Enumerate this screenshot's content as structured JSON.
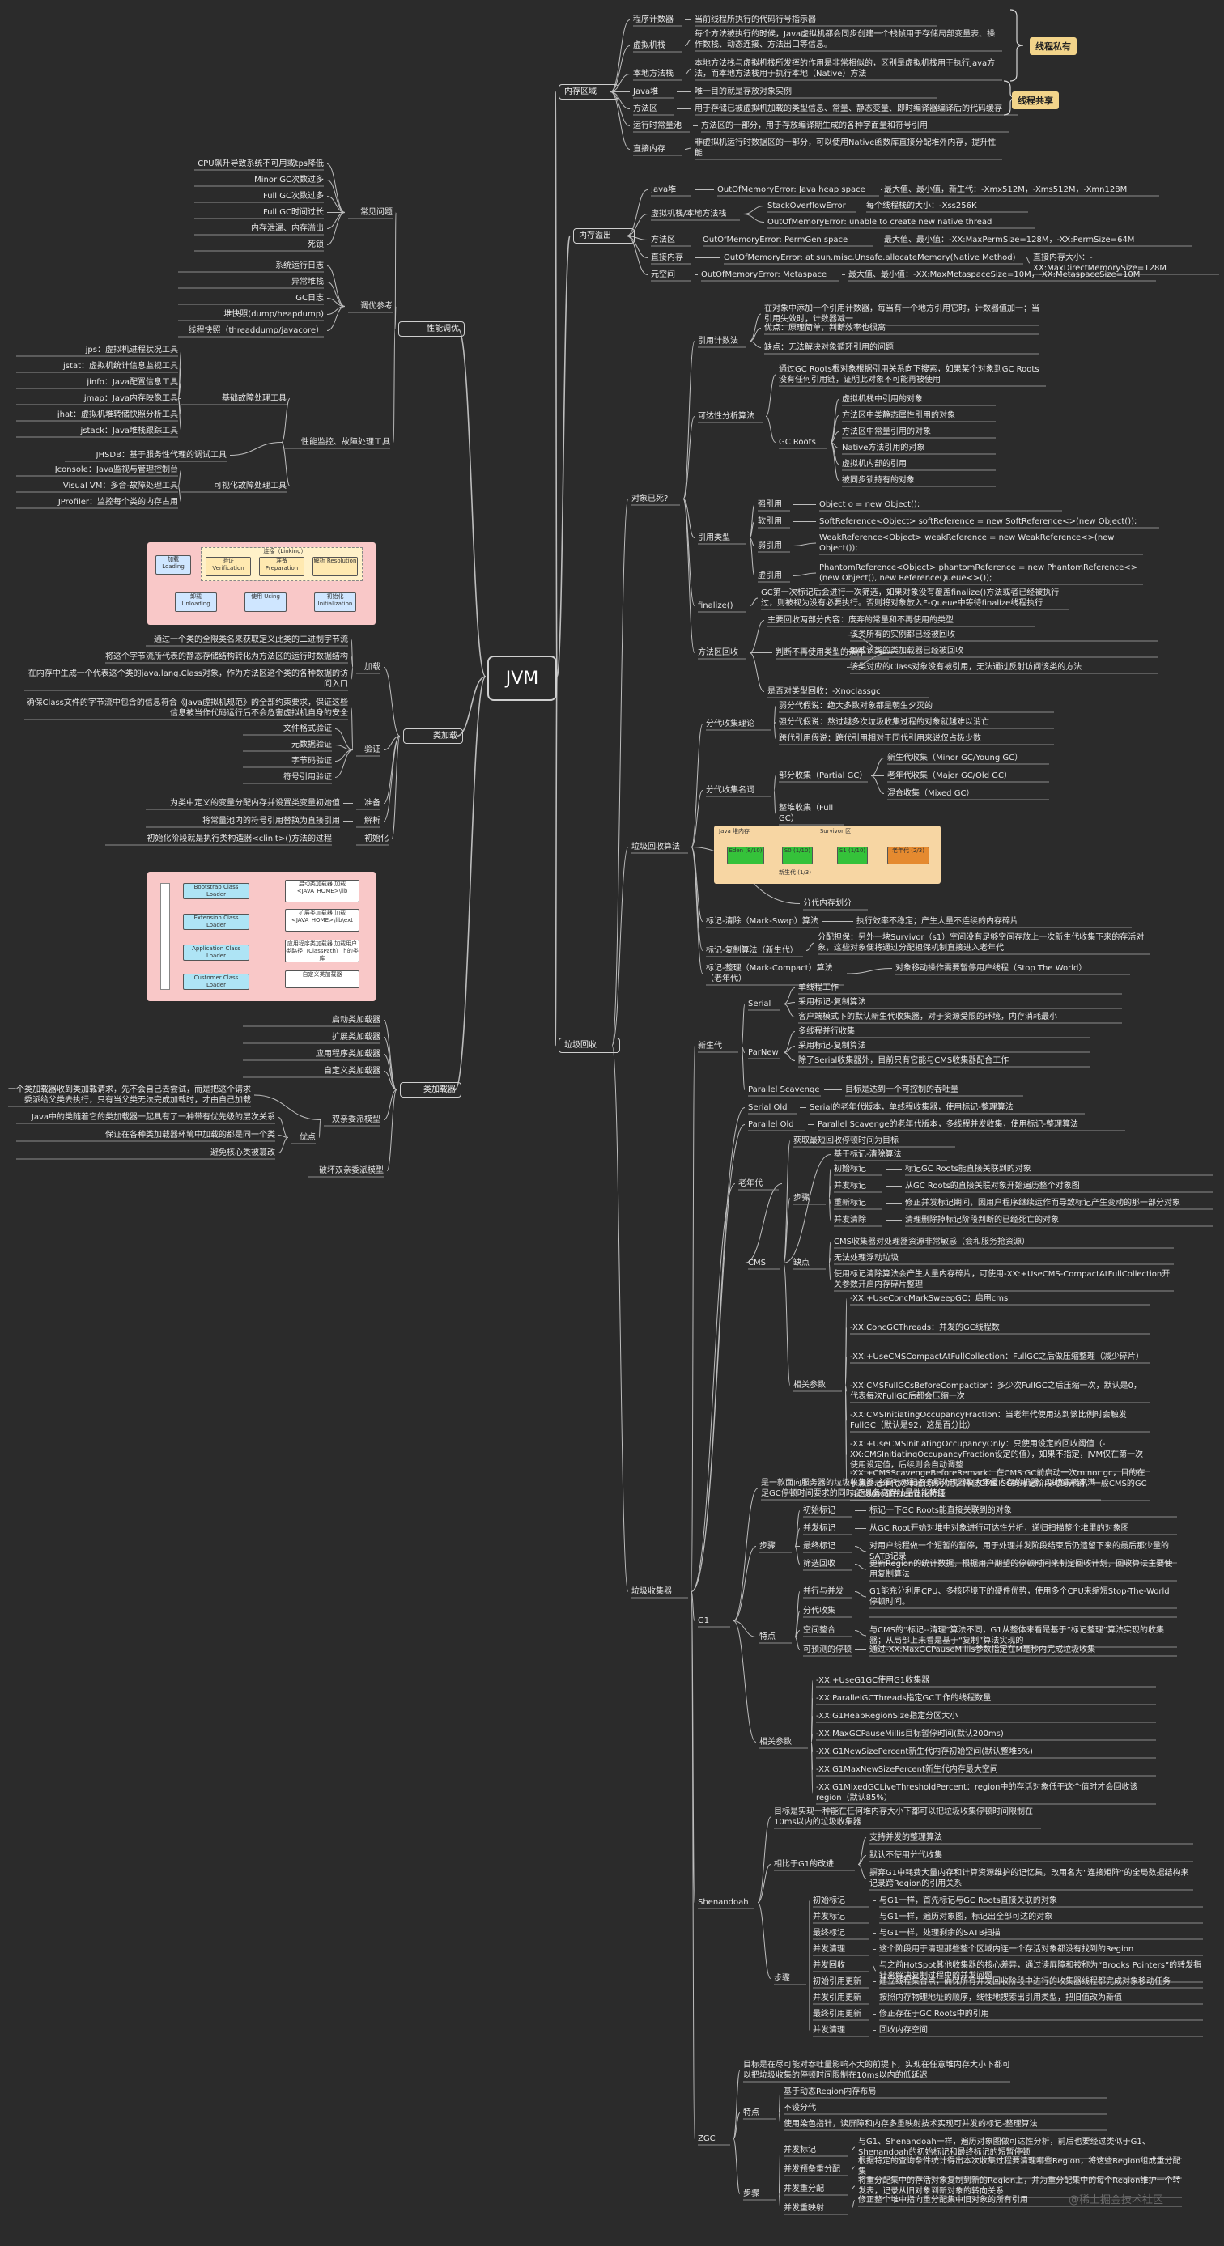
{
  "root": "JVM",
  "memory": {
    "title": "内存区域",
    "pc": "程序计数器",
    "pc_desc": "当前线程所执行的代码行号指示器",
    "vm_stack": "虚拟机栈",
    "vm_stack_desc": "每个方法被执行的时候，Java虚拟机都会同步创建一个栈帧用于存储局部变量表、操作数栈、动态连接、方法出口等信息。",
    "native_stack": "本地方法栈",
    "native_stack_desc": "本地方法栈与虚拟机栈所发挥的作用是非常相似的，区别是虚拟机栈用于执行Java方法，而本地方法栈用于执行本地（Native）方法",
    "heap": "Java堆",
    "heap_desc": "唯一目的就是存放对象实例",
    "method_area": "方法区",
    "method_area_desc": "用于存储已被虚拟机加载的类型信息、常量、静态变量、即时编译器编译后的代码缓存",
    "constant_pool": "运行时常量池",
    "constant_pool_desc": "方法区的一部分，用于存放编译期生成的各种字面量和符号引用",
    "direct_memory": "直接内存",
    "direct_memory_desc": "非虚拟机运行时数据区的一部分，可以使用Native函数库直接分配堆外内存，提升性能",
    "private_tag": "线程私有",
    "shared_tag": "线程共享"
  },
  "oom": {
    "title": "内存溢出",
    "heap": "Java堆",
    "heap_err": "OutOfMemoryError: Java heap space",
    "heap_param": "最大值、最小值，新生代：-Xmx512M，-Xms512M，-Xmn128M",
    "stack": "虚拟机栈/本地方法栈",
    "stack_err1": "StackOverflowError",
    "stack_param": "每个线程栈的大小：-Xss256K",
    "stack_err2": "OutOfMemoryError: unable to create new native thread",
    "method": "方法区",
    "method_err": "OutOfMemoryError: PermGen space",
    "method_param": "最大值、最小值：-XX:MaxPermSize=128M，-XX:PermSize=64M",
    "direct": "直接内存",
    "direct_err": "OutOfMemoryError: at sun.misc.Unsafe.allocateMemory(Native Method)",
    "direct_param": "直接内存大小：-XX:MaxDirectMemorySize=128M",
    "meta": "元空间",
    "meta_err": "OutOfMemoryError: Metaspace",
    "meta_param": "最大值、最小值：-XX:MaxMetaspaceSize=10M，-XX:MetaspaceSize=10M"
  },
  "tuning": {
    "title": "性能调优",
    "problems": "常见问题",
    "problem_items": [
      "CPU飙升导致系统不可用或tps降低",
      "Minor GC次数过多",
      "Full GC次数过多",
      "Full GC时间过长",
      "内存泄漏、内存溢出",
      "死锁"
    ],
    "refs": "调优参考",
    "ref_items": [
      "系统运行日志",
      "异常堆栈",
      "GC日志",
      "堆快照(dump/heapdump)",
      "线程快照（threaddump/javacore）"
    ],
    "tools": "性能监控、故障处理工具",
    "basic": "基础故障处理工具",
    "basic_items": [
      "jps：虚拟机进程状况工具",
      "jstat：虚拟机统计信息监视工具",
      "jinfo：Java配置信息工具",
      "jmap：Java内存映像工具",
      "jhat：虚拟机堆转储快照分析工具",
      "jstack：Java堆栈跟踪工具"
    ],
    "jhsdb": "JHSDB：基于服务性代理的调试工具",
    "visual": "可视化故障处理工具",
    "visual_items": [
      "Jconsole：Java监视与管理控制台",
      "Visual VM：多合-故障处理工具",
      "JProfiler：监控每个类的内存占用"
    ]
  },
  "classload": {
    "title": "类加载",
    "load": "加载",
    "load_items": [
      "通过一个类的全限类名来获取定义此类的二进制字节流",
      "将这个字节流所代表的静态存储结构转化为方法区的运行时数据结构",
      "在内存中生成一个代表这个类的java.lang.Class对象，作为方法区这个类的各种数据的访问入口"
    ],
    "verify": "验证",
    "verify_desc": "确保Class文件的字节流中包含的信息符合《Java虚拟机规范》的全部约束要求，保证这些信息被当作代码运行后不会危害虚拟机自身的安全",
    "verify_items": [
      "文件格式验证",
      "元数据验证",
      "字节码验证",
      "符号引用验证"
    ],
    "prepare": "准备",
    "prepare_desc": "为类中定义的变量分配内存并设置类变量初始值",
    "resolve": "解析",
    "resolve_desc": "将常量池内的符号引用替换为直接引用",
    "init": "初始化",
    "init_desc": "初始化阶段就是执行类构造器<clinit>()方法的过程",
    "diagram": {
      "title": "连接（Linking）",
      "loading": "加载 Loading",
      "verification": "验证 Verification",
      "preparation": "准备 Preparation",
      "resolution": "解析 Resolution",
      "initialization": "初始化 Initialization",
      "using": "使用 Using",
      "unloading": "卸载 Unloading"
    }
  },
  "loader": {
    "title": "类加载器",
    "items": [
      "启动类加载器",
      "扩展类加载器",
      "应用程序类加载器",
      "自定义类加载器"
    ],
    "parent": "双亲委派模型",
    "parent_desc": "一个类加载器收到类加载请求，先不会自己去尝试，而是把这个请求委派给父类去执行，只有当父类无法完成加载时，才由自己加载",
    "advantage": "优点",
    "adv_items": [
      "Java中的类随着它的类加载器一起具有了一种带有优先级的层次关系",
      "保证在各种类加载器环境中加载的都是同一个类",
      "避免核心类被篡改"
    ],
    "break": "破坏双亲委派模型",
    "diagram": {
      "bootstrap": "Bootstrap Class Loader",
      "extension": "Extension Class Loader",
      "application": "Application Class Loader",
      "custom": "Customer Class Loader",
      "boot_note": "启动类加载器 加载<JAVA_HOME>\\lib",
      "ext_note": "扩展类加载器 加载<JAVA_HOME>\\lib\\ext",
      "app_note": "应用程序类加载器 加载用户类路径（ClassPath）上的类库",
      "custom_note": "自定义类加载器"
    }
  },
  "gc": {
    "title": "垃圾回收",
    "dead": "对象已死?",
    "refcount": "引用计数法",
    "refcount_items": [
      "在对象中添加一个引用计数器，每当有一个地方引用它时，计数器值加一；当引用失效时，计数器减一",
      "优点：原理简单，判断效率也很高",
      "缺点：无法解决对象循环引用的问题"
    ],
    "reachability": "可达性分析算法",
    "reach_desc": "通过GC Roots根对象根据引用关系向下搜索，如果某个对象到GC Roots没有任何引用链，证明此对象不可能再被使用",
    "gcroots": "GC Roots",
    "gcroots_items": [
      "虚拟机栈中引用的对象",
      "方法区中类静态属性引用的对象",
      "方法区中常量引用的对象",
      "Native方法引用的对象",
      "虚拟机内部的引用",
      "被同步锁持有的对象"
    ],
    "reftype": "引用类型",
    "strong": "强引用",
    "strong_desc": "Object o = new Object();",
    "soft": "软引用",
    "soft_desc": "SoftReference<Object> softReference = new SoftReference<>(new Object());",
    "weak": "弱引用",
    "weak_desc": "WeakReference<Object> weakReference = new WeakReference<>(new Object());",
    "phantom": "虚引用",
    "phantom_desc": "PhantomReference<Object> phantomReference = new PhantomReference<>(new Object(), new ReferenceQueue<>());",
    "finalize": "finalize()",
    "finalize_desc": "GC第一次标记后会进行一次筛选，如果对象没有覆盖finalize()方法或者已经被执行过，则被视为没有必要执行。否则将对象放入F-Queue中等待finalize线程执行",
    "method_gc": "方法区回收",
    "method_gc_desc": "主要回收两部分内容：废弃的常量和不再使用的类型",
    "class_unused": "判断不再使用类型的条件",
    "class_items": [
      "该类所有的实例都已经被回收",
      "加载该类的类加载器已经被回收",
      "该类对应的Class对象没有被引用，无法通过反射访问该类的方法"
    ],
    "noclassgc": "是否对类型回收：-Xnoclassgc",
    "algo": "垃圾回收算法",
    "gen_theory": "分代收集理论",
    "gen_items": [
      "弱分代假说：绝大多数对象都是朝生夕灭的",
      "强分代假说：熬过越多次垃圾收集过程的对象就越难以消亡",
      "跨代引用假说：跨代引用相对于同代引用来说仅占极少数"
    ],
    "gen_name": "分代收集名词",
    "partial": "部分收集（Partial GC）",
    "partial_items": [
      "新生代收集（Minor GC/Young GC）",
      "老年代收集（Major GC/Old GC）",
      "混合收集（Mixed GC）"
    ],
    "full": "整堆收集（Full GC）",
    "heap_diagram": {
      "title": "Java 堆内存",
      "survivor": "Survivor 区",
      "eden": "Eden (8/10)",
      "s0": "S0 (1/10)",
      "s1": "S1 (1/10)",
      "old": "老年代 (2/3)",
      "young": "新生代 (1/3)"
    },
    "gen_mem": "分代内存划分",
    "mark_sweep": "标记-清除（Mark-Swap）算法",
    "mark_sweep_desc": "执行效率不稳定；产生大量不连续的内存碎片",
    "mark_copy": "标记-复制算法（新生代）",
    "mark_copy_desc": "分配担保：另外一块Survivor（s1）空间没有足够空间存放上一次新生代收集下来的存活对象，这些对象便将通过分配担保机制直接进入老年代",
    "mark_compact": "标记-整理（Mark-Compact）算法（老年代）",
    "mark_compact_desc": "对象移动操作需要暂停用户线程（Stop The World）",
    "collectors": "垃圾收集器",
    "young_gen": "新生代",
    "serial": "Serial",
    "serial_items": [
      "单线程工作",
      "采用标记-复制算法",
      "客户端模式下的默认新生代收集器，对于资源受限的环境，内存消耗最小"
    ],
    "parnew": "ParNew",
    "parnew_items": [
      "多线程并行收集",
      "采用标记-复制算法",
      "除了Serial收集器外，目前只有它能与CMS收集器配合工作"
    ],
    "parallel_sc": "Parallel Scavenge",
    "parallel_sc_desc": "目标是达到一个可控制的吞吐量",
    "serial_old": "Serial Old",
    "serial_old_desc": "Serial的老年代版本，单线程收集器，使用标记-整理算法",
    "parallel_old": "Parallel Old",
    "parallel_old_desc": "Parallel Scavenge的老年代版本，多线程并发收集，使用标记-整理算法",
    "old_gen": "老年代",
    "cms": "CMS",
    "cms_goal": "获取最短回收停顿时间为目标",
    "cms_algo": "基于标记-清除算法",
    "cms_steps": "步骤",
    "cms_step_items": [
      "初始标记",
      "并发标记",
      "重新标记",
      "并发清除"
    ],
    "cms_step_desc": [
      "标记GC Roots能直接关联到的对象",
      "从GC Roots的直接关联对象开始遍历整个对象图",
      "修正并发标记期间，因用户程序继续运作而导致标记产生变动的那一部分对象",
      "清理删除掉标记阶段判断的已经死亡的对象"
    ],
    "cms_cons": "缺点",
    "cms_cons_items": [
      "CMS收集器对处理器资源非常敏感（会和服务抢资源）",
      "无法处理浮动垃圾",
      "使用标记清除算法会产生大量内存碎片，可使用-XX:+UseCMS-CompactAtFullCollection开关参数开启内存碎片整理"
    ],
    "cms_params": "相关参数",
    "cms_param_items": [
      "-XX:+UseConcMarkSweepGC：启用cms",
      "-XX:ConcGCThreads：并发的GC线程数",
      "-XX:+UseCMSCompactAtFullCollection：FullGC之后做压缩整理（减少碎片）",
      "-XX:CMSFullGCsBeforeCompaction：多少次FullGC之后压缩一次，默认是0，代表每次FullGC后都会压缩一次",
      "-XX:CMSInitiatingOccupancyFraction：当老年代使用达到该比例时会触发FullGC（默认是92，这是百分比）",
      "-XX:+UseCMSInitiatingOccupancyOnly：只使用设定的回收阈值（-XX:CMSInitiatingOccupancyFraction设定的值），如果不指定，JVM仅在第一次使用设定值，后续则会自动调整",
      "-XX:+CMSScavengeBeforeRemark：在CMS GC前启动一次minor gc，目的在于减少老年代对年轻代的引用，降低CMS GC的标记阶段时的开销，一般CMS的GC耗时80%都在remark阶段"
    ],
    "g1": "G1",
    "g1_desc": "是一款面向服务器的垃圾收集器,主要针对配备多颗处理器及大容量内存的机器，以极高概率满足GC停顿时间要求的同时,还具备高吞吐量性能特征",
    "g1_steps": "步骤",
    "g1_step_items": [
      "初始标记",
      "并发标记",
      "最终标记",
      "筛选回收"
    ],
    "g1_step_desc": [
      "标记一下GC Roots能直接关联到的对象",
      "从GC Root开始对堆中对象进行可达性分析，递归扫描整个堆里的对象图",
      "对用户线程做一个短暂的暂停，用于处理并发阶段结束后仍遗留下来的最后那少量的SATB记录",
      "更新Region的统计数据，根据用户期望的停顿时间来制定回收计划，回收算法主要使用复制算法"
    ],
    "g1_features": "特点",
    "g1_feature_items": [
      "并行与并发",
      "分代收集",
      "空间整合",
      "可预测的停顿"
    ],
    "g1_feature_desc": [
      "G1能充分利用CPU、多核环境下的硬件优势，使用多个CPU来缩短Stop-The-World停顿时间。",
      "",
      "与CMS的“标记--清理”算法不同，G1从整体来看是基于“标记整理”算法实现的收集器；从局部上来看是基于“复制”算法实现的",
      "通过-XX:MaxGCPauseMillis参数指定在M毫秒内完成垃圾收集"
    ],
    "g1_params": "相关参数",
    "g1_param_items": [
      "-XX:+UseG1GC使用G1收集器",
      "-XX:ParallelGCThreads指定GC工作的线程数量",
      "-XX:G1HeapRegionSize指定分区大小",
      "-XX:MaxGCPauseMillis目标暂停时间(默认200ms)",
      "-XX:G1NewSizePercent新生代内存初始空间(默认整堆5%)",
      "-XX:G1MaxNewSizePercent新生代内存最大空间",
      "-XX:G1MixedGCLiveThresholdPercent：region中的存活对象低于这个值时才会回收该region（默认85%）"
    ],
    "shen": "Shenandoah",
    "shen_desc": "目标是实现一种能在任何堆内存大小下都可以把垃圾收集停顿时间限制在10ms以内的垃圾收集器",
    "shen_vs": "相比于G1的改进",
    "shen_vs_items": [
      "支持并发的整理算法",
      "默认不使用分代收集",
      "摒弃G1中耗费大量内存和计算资源维护的记忆集，改用名为“连接矩阵”的全局数据结构来记录跨Region的引用关系"
    ],
    "shen_steps": "步骤",
    "shen_step_items": [
      "初始标记",
      "并发标记",
      "最终标记",
      "并发清理",
      "并发回收",
      "初始引用更新",
      "并发引用更新",
      "最终引用更新",
      "并发清理"
    ],
    "shen_step_desc": [
      "与G1一样，首先标记与GC Roots直接关联的对象",
      "与G1一样，遍历对象图，标记出全部可达的对象",
      "与G1一样，处理剩余的SATB扫描",
      "这个阶段用于清理那些整个区域内连一个存活对象都没有找到的Region",
      "与之前HotSpot其他收集器的核心差异，通过读屏障和被称为“Brooks Pointers”的转发指针来解决复制过程中的并发问题",
      "建立线程集合点，确保所有并发回收阶段中进行的收集器线程都完成对象移动任务",
      "按照内存物理地址的顺序，线性地搜索出引用类型，把旧值改为新值",
      "修正存在于GC Roots中的引用",
      "回收内存空间"
    ],
    "zgc": "ZGC",
    "zgc_desc": "目标是在尽可能对吞吐量影响不大的前提下，实现在任意堆内存大小下都可以把垃圾收集的停顿时间限制在10ms以内的低延迟",
    "zgc_features": "特点",
    "zgc_feature_items": [
      "基于动态Region内存布局",
      "不设分代",
      "使用染色指针，读屏障和内存多重映射技术实现可并发的标记-整理算法"
    ],
    "zgc_steps": "步骤",
    "zgc_step_items": [
      "并发标记",
      "并发预备重分配",
      "并发重分配",
      "并发重映射"
    ],
    "zgc_step_desc": [
      "与G1、Shenandoah一样，遍历对象图做可达性分析，前后也要经过类似于G1、Shenandoah的初始标记和最终标记的短暂停顿",
      "根据特定的查询条件统计得出本次收集过程要清理哪些Region，将这些Region组成重分配集",
      "将重分配集中的存活对象复制到新的Region上，并为重分配集中的每个Region维护一个转发表，记录从旧对象到新对象的转向关系",
      "修正整个堆中指向重分配集中旧对象的所有引用"
    ]
  },
  "watermark": "@稀土掘金技术社区",
  "colors": {
    "bg": "#2b2b2b",
    "line": "#bdbdbd",
    "tag": "#f2d48a",
    "note_icon": "#f3e39a"
  }
}
